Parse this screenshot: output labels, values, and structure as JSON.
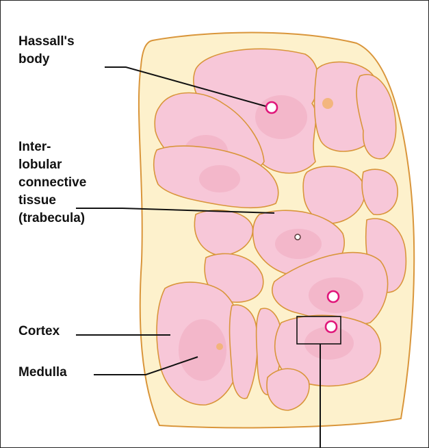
{
  "labels": {
    "hassalls_body": [
      "Hassall's",
      "body"
    ],
    "interlobular": [
      "Inter-",
      "lobular",
      "connective",
      "tissue",
      "(trabecula)"
    ],
    "cortex": "Cortex",
    "medulla": "Medulla"
  },
  "colors": {
    "capsule_fill": "#fdf1cc",
    "capsule_outline": "#d9953a",
    "lobule_fill": "#f7c7d8",
    "medulla_fill": "#f0a9bf",
    "hassall_outline": "#e0167a",
    "leader_line": "#111111"
  }
}
